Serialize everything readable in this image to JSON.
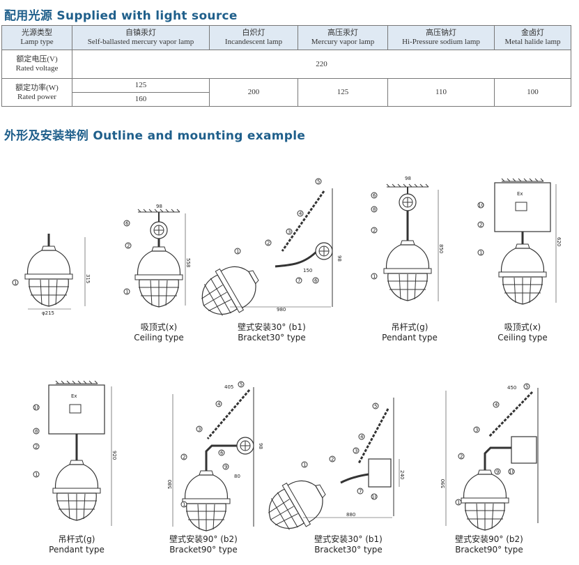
{
  "section1": {
    "title": "配用光源 Supplied with light source"
  },
  "table": {
    "head": [
      {
        "cn": "光源类型",
        "en": "Lamp type"
      },
      {
        "cn": "自镇汞灯",
        "en": "Self-ballasted mercury vapor lamp"
      },
      {
        "cn": "白炽灯",
        "en": "Incandescent lamp"
      },
      {
        "cn": "高压汞灯",
        "en": "Mercury vapor lamp"
      },
      {
        "cn": "高压钠灯",
        "en": "Hi-Pressure sodium lamp"
      },
      {
        "cn": "金卤灯",
        "en": "Metal halide lamp"
      }
    ],
    "voltage": {
      "cn": "额定电压(V)",
      "en": "Rated voltage",
      "value": "220"
    },
    "power": {
      "cn": "额定功率(W)",
      "en": "Rated power",
      "self_a": "125",
      "self_b": "160",
      "incandescent": "200",
      "mercury": "125",
      "sodium": "110",
      "halide": "100"
    }
  },
  "section2": {
    "title": "外形及安装举例 Outline and mounting example"
  },
  "figures": [
    {
      "cn": "吸顶式(x)",
      "en": "Ceiling type",
      "dims": [
        "315",
        "φ215"
      ],
      "parts": [
        "1"
      ]
    },
    {
      "cn": "吸顶式(x)",
      "en": "Ceiling type",
      "dims": [
        "98",
        "558"
      ],
      "parts": [
        "6",
        "2",
        "1"
      ]
    },
    {
      "cn": "壁式安装30° (b1)",
      "en": "Bracket30°  type",
      "dims": [
        "980",
        "98",
        "150"
      ],
      "parts": [
        "5",
        "4",
        "3",
        "2",
        "1",
        "7",
        "6"
      ]
    },
    {
      "cn": "吊杆式(g)",
      "en": "Pendant type",
      "dims": [
        "98",
        "850"
      ],
      "parts": [
        "6",
        "8",
        "2",
        "1"
      ]
    },
    {
      "cn": "吸顶式(x)",
      "en": "Ceiling type",
      "dims": [
        "620"
      ],
      "parts": [
        "10",
        "2",
        "1"
      ],
      "ex": "Ex"
    },
    {
      "cn": "吊杆式(g)",
      "en": "Pendant type",
      "dims": [
        "920"
      ],
      "parts": [
        "10",
        "8",
        "2",
        "1"
      ],
      "ex": "Ex"
    },
    {
      "cn": "壁式安装90° (b2)",
      "en": "Bracket90°  type",
      "dims": [
        "405",
        "98",
        "580",
        "80"
      ],
      "parts": [
        "5",
        "4",
        "3",
        "6",
        "2",
        "9",
        "1"
      ]
    },
    {
      "cn": "壁式安装30° (b1)",
      "en": "Bracket30°  type",
      "dims": [
        "240",
        "880"
      ],
      "parts": [
        "5",
        "4",
        "3",
        "2",
        "1",
        "7",
        "10"
      ]
    },
    {
      "cn": "壁式安装90° (b2)",
      "en": "Bracket90°  type",
      "dims": [
        "450",
        "590"
      ],
      "parts": [
        "5",
        "4",
        "3",
        "2",
        "9",
        "10",
        "1"
      ]
    }
  ]
}
